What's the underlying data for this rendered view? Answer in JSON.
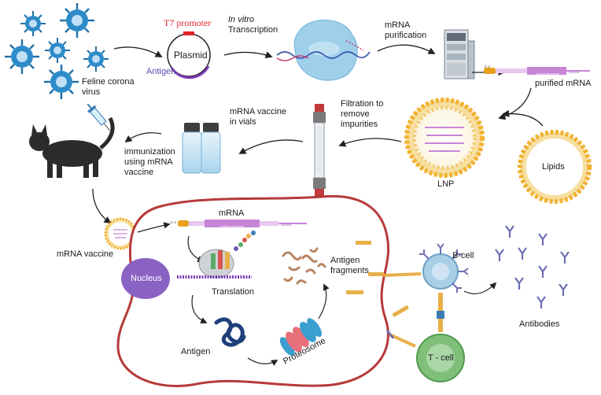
{
  "labels": {
    "feline_virus_line1": "Feline corona",
    "feline_virus_line2": "virus",
    "t7_promoter": "T7 promoter",
    "plasmid": "Plasmid",
    "antigen_plasmid": "Antigen",
    "in_vitro": "In vitro",
    "transcription": "Transcription",
    "mrna_purification_line1": "mRNA",
    "mrna_purification_line2": "purification",
    "purified_mrna": "purified mRNA",
    "coding_sequence": "coding sequence",
    "five_prime": "5' G",
    "poly_a": "AAAAA",
    "lipids": "Lipids",
    "lnp": "LNP",
    "filtration_line1": "Filtration to",
    "filtration_line2": "remove",
    "filtration_line3": "impurities",
    "vials_line1": "mRNA vaccine",
    "vials_line2": "in vials",
    "immunization_line1": "immunization",
    "immunization_line2": "using mRNA",
    "immunization_line3": "vaccine",
    "mrna_vaccine": "mRNA vaccine",
    "mrna_cell": "mRNA",
    "nucleus": "Nucleus",
    "translation": "Translation",
    "antigen_cell": "Antigen",
    "proteosome": "Proteosome",
    "antigen_fragments_line1": "Antigen",
    "antigen_fragments_line2": "fragments",
    "b_cell": "B-cell",
    "t_cell": "T - cell",
    "antibodies": "Antibodies"
  },
  "colors": {
    "virus": "#2e8bc9",
    "virus_spike": "#1f6fa6",
    "promoter": "#e0242a",
    "plasmid_arc": "#7a3bb5",
    "mrna_body": "#c785d8",
    "mrna_cap": "#e6a21c",
    "lipid_head": "#f2b233",
    "lipid_tail": "#f6dfa0",
    "cell_membrane": "#b63a3a",
    "nucleus": "#8a62c4",
    "b_cell": "#a9cfe8",
    "t_cell": "#7fbf7a",
    "antibody": "#6f6fb5",
    "fragment": "#e8b04a",
    "cat": "#2b2b2b",
    "arrow": "#222222"
  }
}
